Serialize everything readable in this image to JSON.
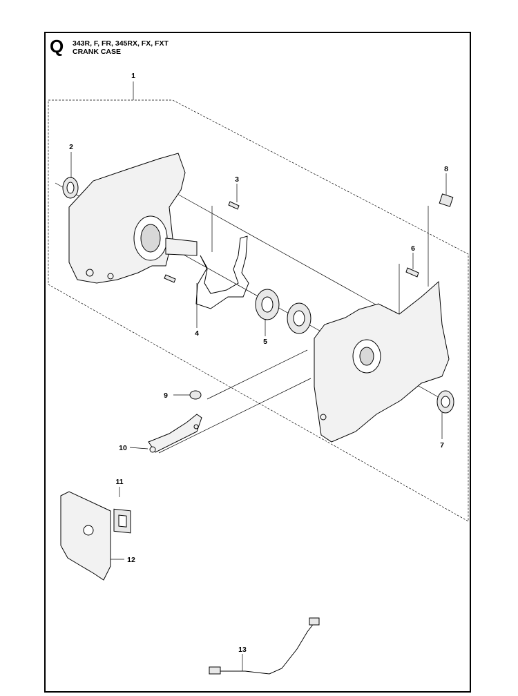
{
  "header": {
    "section_letter": "Q",
    "models": "343R, F, FR, 345RX, FX, FXT",
    "title": "CRANK CASE"
  },
  "callouts": [
    "1",
    "2",
    "3",
    "4",
    "5",
    "6",
    "7",
    "8",
    "9",
    "10",
    "11",
    "12",
    "13"
  ],
  "colors": {
    "line": "#000000",
    "background": "#ffffff",
    "part_fill": "#f2f2f2"
  }
}
